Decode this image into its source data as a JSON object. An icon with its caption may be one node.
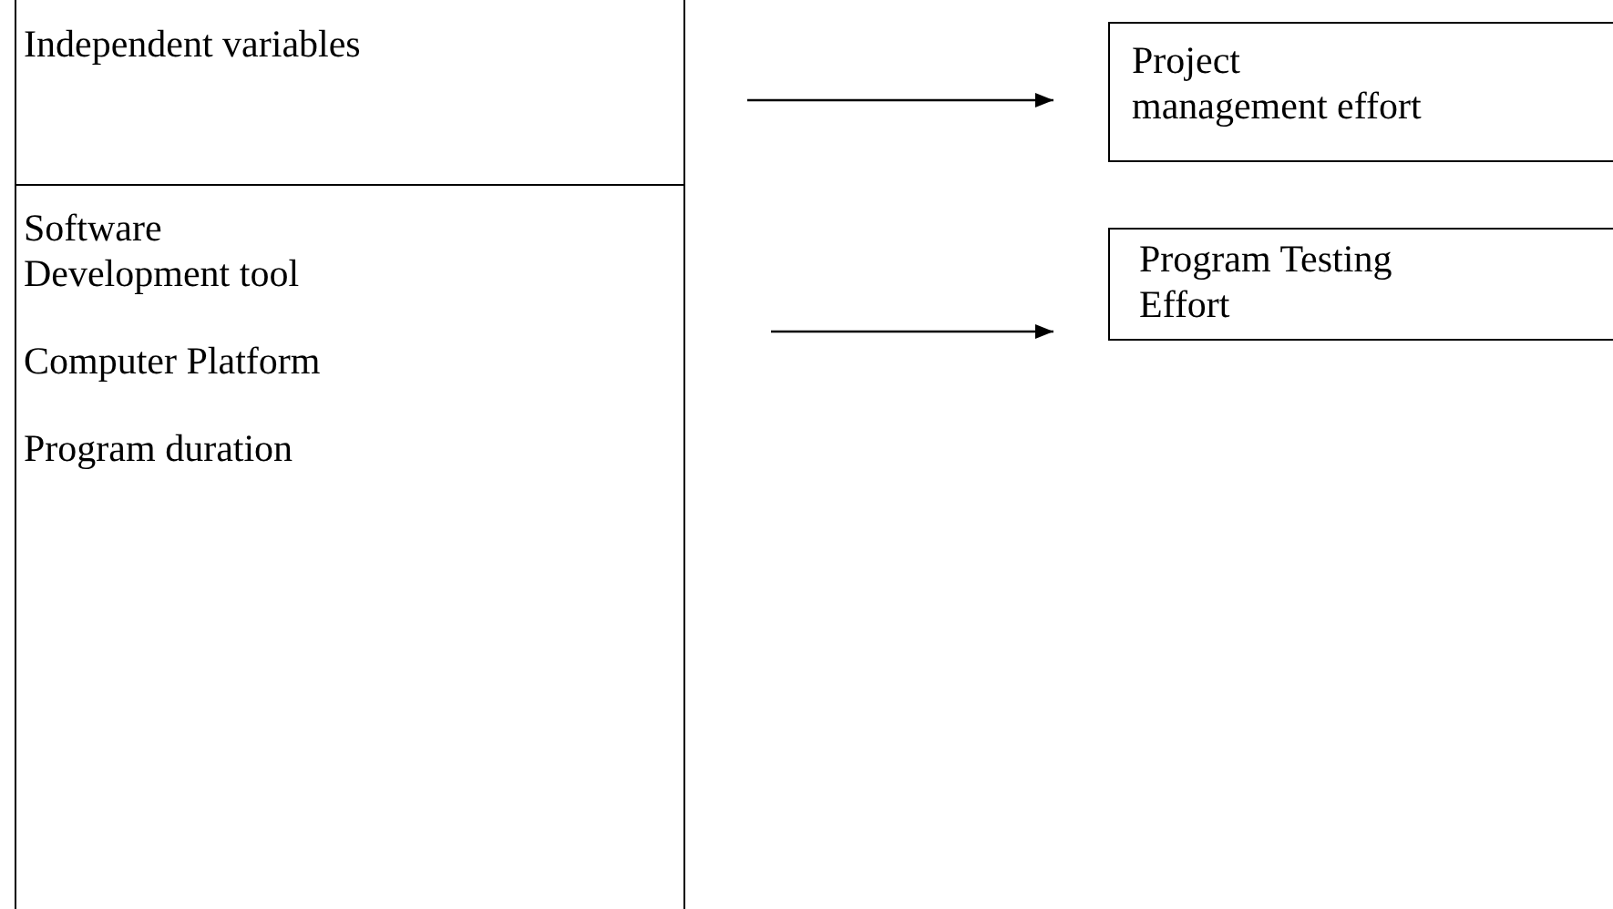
{
  "diagram": {
    "nodes": [
      {
        "text": [
          "Independent variables"
        ]
      },
      {
        "text": [
          "Software Development tool",
          "Computer Platform",
          "Program duration"
        ]
      },
      {
        "text": [
          "Project management effort"
        ]
      },
      {
        "text": [
          "Program Testing Effort"
        ]
      }
    ],
    "edges": [
      {
        "from": null,
        "to": 2,
        "arrow": "to"
      },
      {
        "from": null,
        "to": 3,
        "arrow": "to"
      }
    ]
  }
}
